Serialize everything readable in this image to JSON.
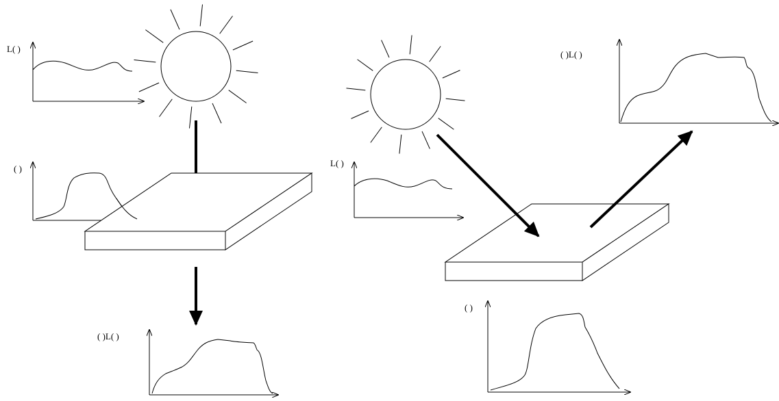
{
  "diagram": {
    "left_panel": {
      "illumination_label": "L( )",
      "filter_label": "( )",
      "result_label": "( )L( )"
    },
    "right_panel": {
      "illumination_label": "L( )",
      "filter_label": "( )",
      "result_label": "( )L( )"
    }
  },
  "colors": {
    "ink": "#000000",
    "background": "#ffffff"
  }
}
